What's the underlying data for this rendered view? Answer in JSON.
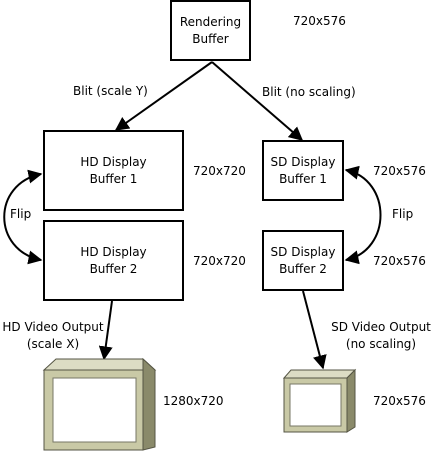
{
  "nodes": {
    "render": {
      "line1": "Rendering",
      "line2": "Buffer",
      "res": "720x576"
    },
    "hd1": {
      "line1": "HD Display",
      "line2": "Buffer 1",
      "res": "720x720"
    },
    "hd2": {
      "line1": "HD Display",
      "line2": "Buffer 2",
      "res": "720x720"
    },
    "sd1": {
      "line1": "SD Display",
      "line2": "Buffer 1",
      "res": "720x576"
    },
    "sd2": {
      "line1": "SD Display",
      "line2": "Buffer 2",
      "res": "720x576"
    },
    "hd_monitor": {
      "res": "1280x720"
    },
    "sd_monitor": {
      "res": "720x576"
    }
  },
  "edges": {
    "blit_hd": "Blit (scale Y)",
    "blit_sd": "Blit (no scaling)",
    "flip_hd": "Flip",
    "flip_sd": "Flip",
    "hd_out": {
      "line1": "HD Video Output",
      "line2": "(scale X)"
    },
    "sd_out": {
      "line1": "SD Video Output",
      "line2": "(no scaling)"
    }
  },
  "colors": {
    "monitor_front": "#c9c9a6",
    "monitor_top": "#dcdcc4",
    "monitor_side": "#8a8a6a",
    "monitor_screen": "#ffffff"
  }
}
